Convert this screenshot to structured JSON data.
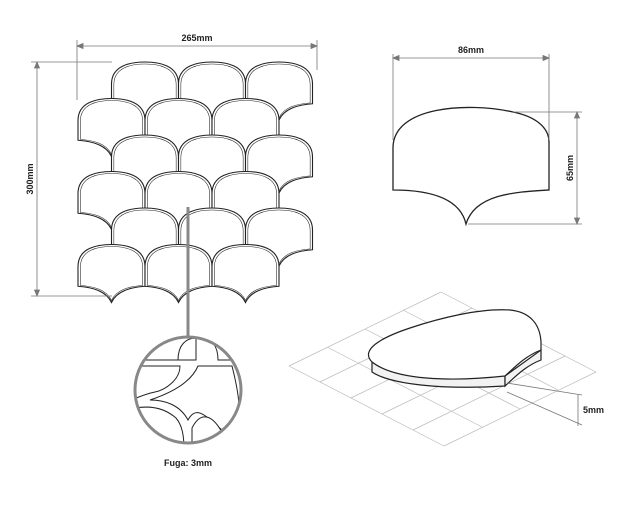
{
  "labels": {
    "mosaic_width": "265mm",
    "mosaic_height": "300mm",
    "tile_width": "86mm",
    "tile_height": "65mm",
    "tile_thickness": "5mm",
    "grout": "Fuga: 3mm"
  },
  "mosaic": {
    "rows": [
      {
        "count": 3,
        "offset": 1
      },
      {
        "count": 3,
        "offset": 0
      },
      {
        "count": 3,
        "offset": 1
      },
      {
        "count": 3,
        "offset": 0
      },
      {
        "count": 3,
        "offset": 1
      },
      {
        "count": 3,
        "offset": 0
      }
    ]
  },
  "colors": {
    "line": "#222222",
    "dim_line": "#777777",
    "grid": "#bbbbbb",
    "background": "#ffffff"
  }
}
